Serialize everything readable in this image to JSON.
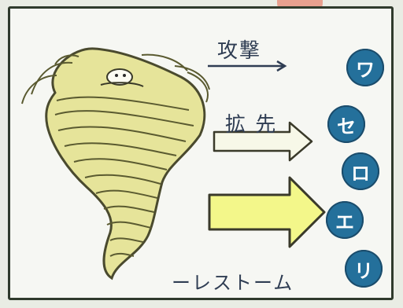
{
  "labels": {
    "attack": "攻撃",
    "spread": "拡 先",
    "name": "ーレストーム"
  },
  "badges": [
    "ワ",
    "セ",
    "ロ",
    "エ",
    "リ"
  ],
  "colors": {
    "panel_border": "#2f3a2c",
    "badge": "#24709b",
    "big_arrow_fill": "#f3f78a",
    "tornado_fill": "#e6e49a"
  }
}
